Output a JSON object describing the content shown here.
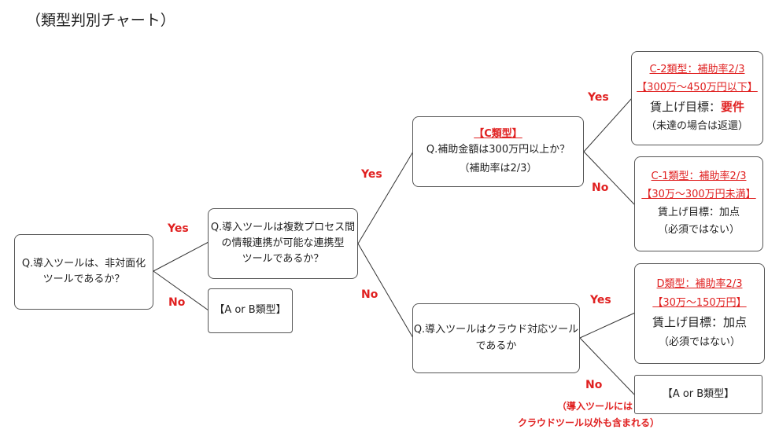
{
  "title": "（類型判別チャート）",
  "nodes": {
    "q1": {
      "line1": "Q.導入ツールは、非対面化",
      "line2": "ツールであるか？"
    },
    "q2": {
      "line1": "Q.導入ツールは複数プロセス間",
      "line2": "の情報連携が可能な連携型",
      "line3": "ツールであるか？"
    },
    "ab1": {
      "label": "【A or B類型】"
    },
    "q3": {
      "tag": "【C類型】",
      "line1": "Q.補助金額は300万円以上か？",
      "line2": "（補助率は2/3）"
    },
    "q4": {
      "line1": "Q.導入ツールはクラウド対応ツール",
      "line2": "であるか"
    },
    "c2": {
      "name": "C-2類型：補助率2/3",
      "range": "【300万～450万円以下】",
      "goal_prefix": "賃上げ目標：",
      "goal_value": "要件",
      "note": "（未達の場合は返還）"
    },
    "c1": {
      "name": "C-1類型：補助率2/3",
      "range": "【30万～300万円未満】",
      "goal": "賃上げ目標：加点",
      "note": "（必須ではない）"
    },
    "d": {
      "name": "D類型：補助率2/3",
      "range": "【30万～150万円】",
      "goal": "賃上げ目標：加点",
      "note": "（必須ではない）"
    },
    "ab2": {
      "label": "【A or B類型】"
    }
  },
  "edges": {
    "q1_yes": "Yes",
    "q1_no": "No",
    "q2_yes": "Yes",
    "q2_no": "No",
    "q3_yes": "Yes",
    "q3_no": "No",
    "q4_yes": "Yes",
    "q4_no": "No",
    "q4_no_note1": "（導入ツールには",
    "q4_no_note2": "クラウドツール以外も含まれる）"
  },
  "colors": {
    "accent_red": "#e02020",
    "border": "#555555"
  }
}
